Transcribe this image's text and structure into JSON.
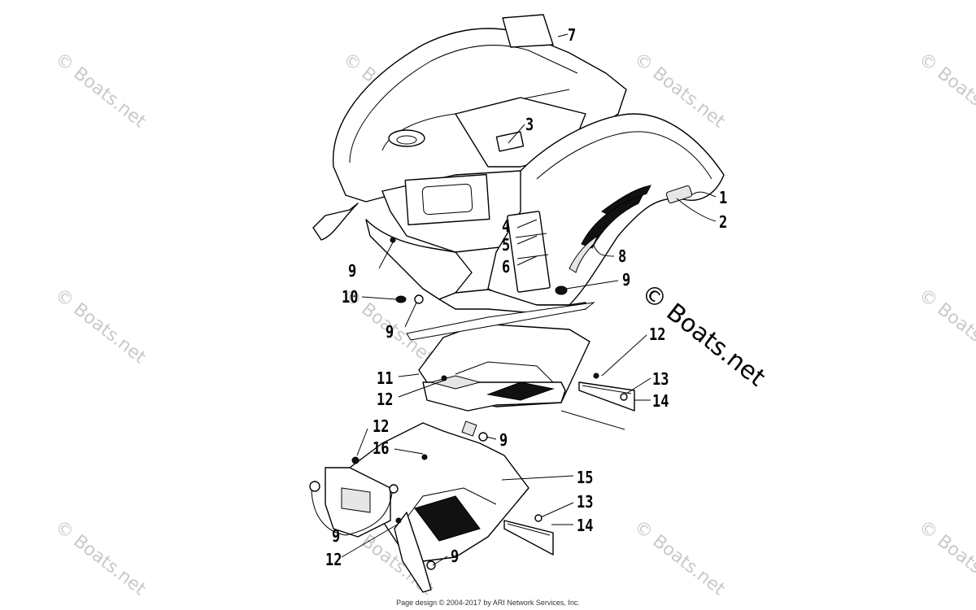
{
  "watermark": {
    "text": "© Boats.net",
    "big_text": "© Boats.net"
  },
  "callouts": {
    "c1": "1",
    "c2": "2",
    "c3": "3",
    "c4": "4",
    "c5": "5",
    "c6": "6",
    "c7": "7",
    "c8": "8",
    "c9a": "9",
    "c9b": "9",
    "c9c": "9",
    "c9d": "9",
    "c9e": "9",
    "c9f": "9",
    "c10": "10",
    "c11": "11",
    "c12a": "12",
    "c12b": "12",
    "c12c": "12",
    "c12d": "12",
    "c13a": "13",
    "c13b": "13",
    "c14a": "14",
    "c14b": "14",
    "c15": "15",
    "c16": "16"
  },
  "footer": "Page design © 2004-2017 by ARI Network Services, Inc."
}
